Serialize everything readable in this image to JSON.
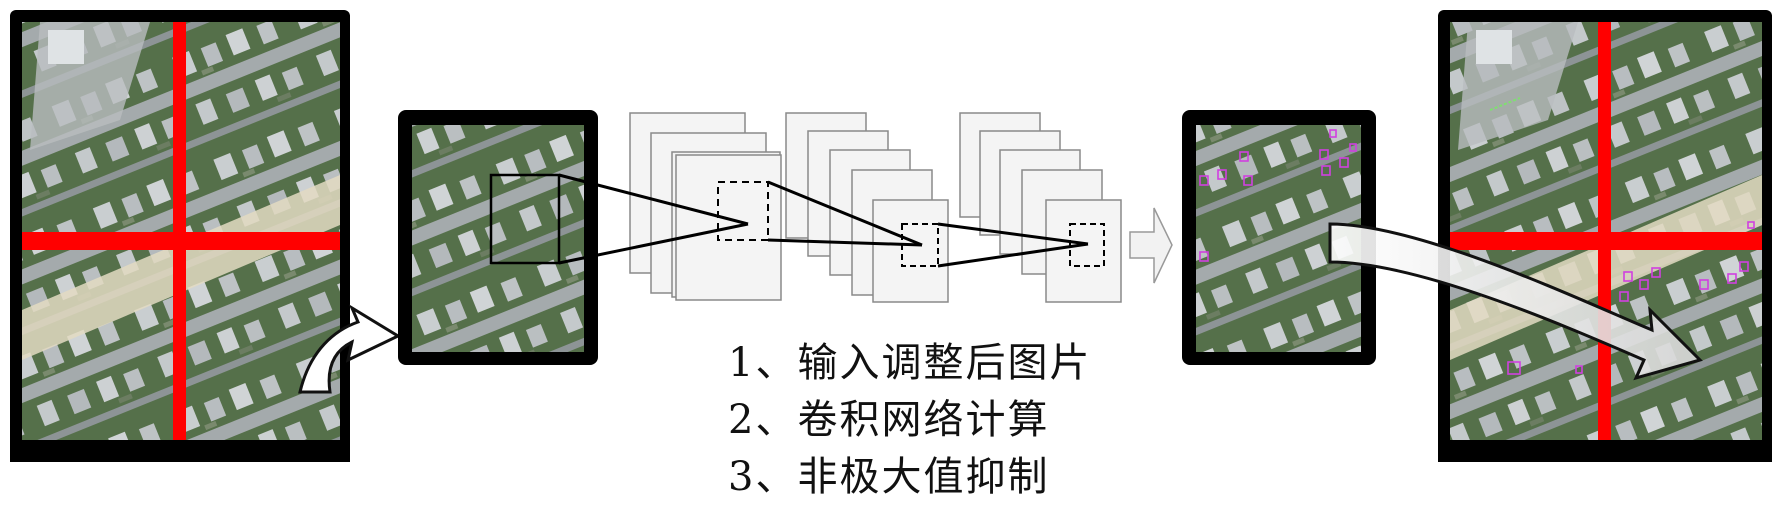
{
  "steps": [
    "1、输入调整后图片",
    "2、卷积网络计算",
    "3、非极大值抑制"
  ],
  "colors": {
    "frame": "#000000",
    "split_line": "#ff0000",
    "detection_box": "#d040e0",
    "feature_map_fill": "#f4f4f4",
    "feature_map_stroke": "#8a8a8a",
    "satellite_green": "#4f6a45",
    "satellite_road": "#9ea4a6",
    "satellite_sand": "#e3dac2"
  },
  "icons": {
    "input_arrow": "curved-arrow-icon",
    "forward_arrow": "arrow-right-icon",
    "output_arrow": "curved-arrow-icon"
  }
}
